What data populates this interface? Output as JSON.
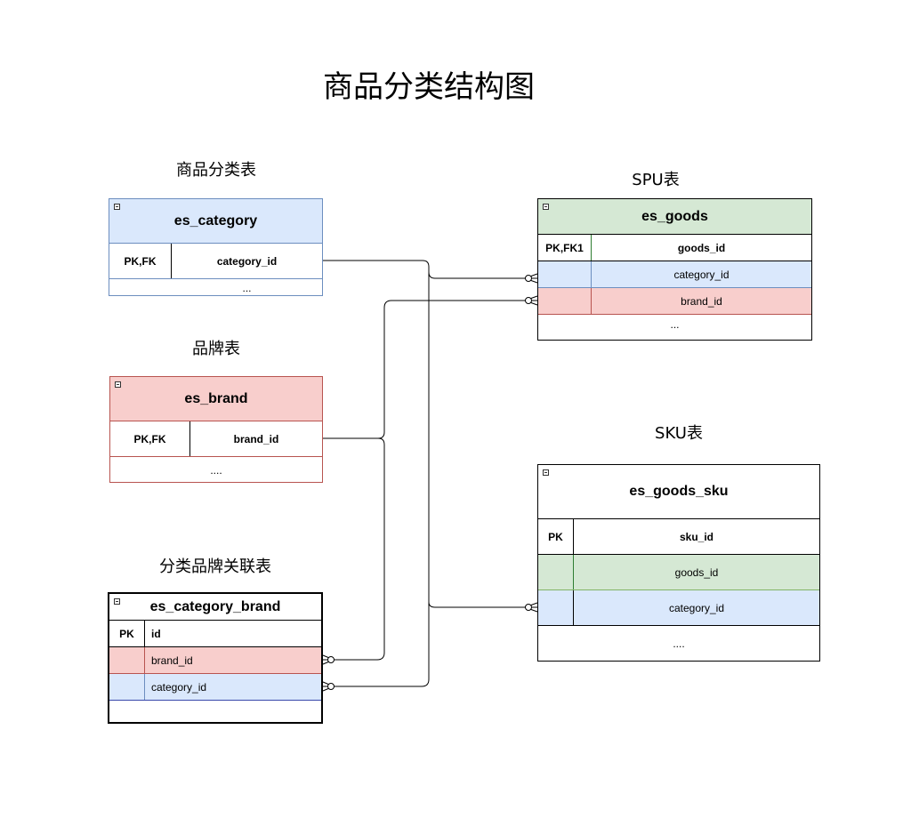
{
  "title": "商品分类结构图",
  "captions": {
    "category": "商品分类表",
    "brand": "品牌表",
    "category_brand": "分类品牌关联表",
    "spu": "SPU表",
    "sku": "SKU表"
  },
  "colors": {
    "blue": "#dae8fc",
    "blue_border": "#6c8ebf",
    "red": "#f8cecc",
    "red_border": "#b85450",
    "green": "#d5e8d4",
    "green_border": "#82b366"
  },
  "tables": {
    "es_category": {
      "name": "es_category",
      "key": "PK,FK",
      "field": "category_id",
      "more": "..."
    },
    "es_brand": {
      "name": "es_brand",
      "key": "PK,FK",
      "field": "brand_id",
      "more": "...."
    },
    "es_category_brand": {
      "name": "es_category_brand",
      "rows": [
        {
          "key": "PK",
          "field": "id"
        },
        {
          "key": "",
          "field": "brand_id"
        },
        {
          "key": "",
          "field": "category_id"
        }
      ]
    },
    "es_goods": {
      "name": "es_goods",
      "rows": [
        {
          "key": "PK,FK1",
          "field": "goods_id"
        },
        {
          "key": "",
          "field": "category_id"
        },
        {
          "key": "",
          "field": "brand_id"
        }
      ],
      "more": "..."
    },
    "es_goods_sku": {
      "name": "es_goods_sku",
      "rows": [
        {
          "key": "PK",
          "field": "sku_id"
        },
        {
          "key": "",
          "field": "goods_id"
        },
        {
          "key": "",
          "field": "category_id"
        }
      ],
      "more": "...."
    }
  }
}
